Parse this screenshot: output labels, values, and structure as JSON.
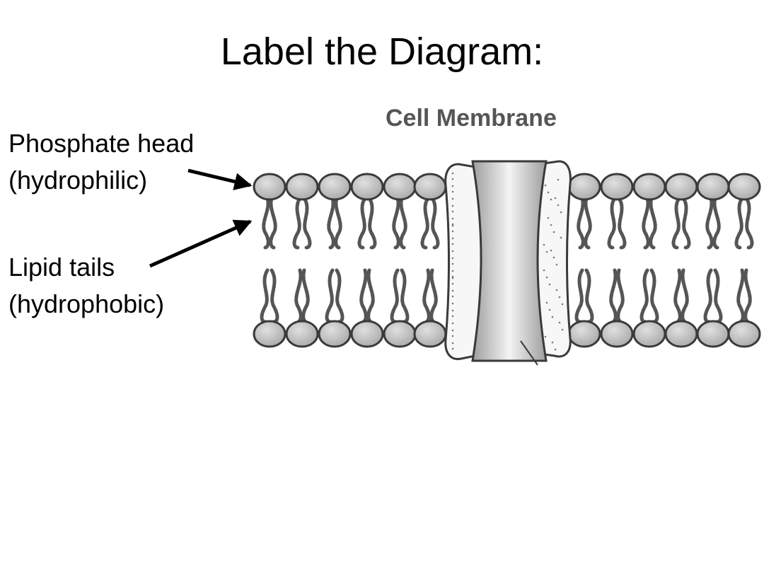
{
  "slide": {
    "title": "Label the Diagram:"
  },
  "diagram": {
    "heading": "Cell Membrane",
    "head_fill": "#bdbdbd",
    "outline": "#3a3a3a",
    "labels": [
      {
        "line1": "Phosphate head",
        "line2": "(hydrophilic)"
      },
      {
        "line1": "Lipid tails",
        "line2": "(hydrophobic)"
      }
    ]
  }
}
